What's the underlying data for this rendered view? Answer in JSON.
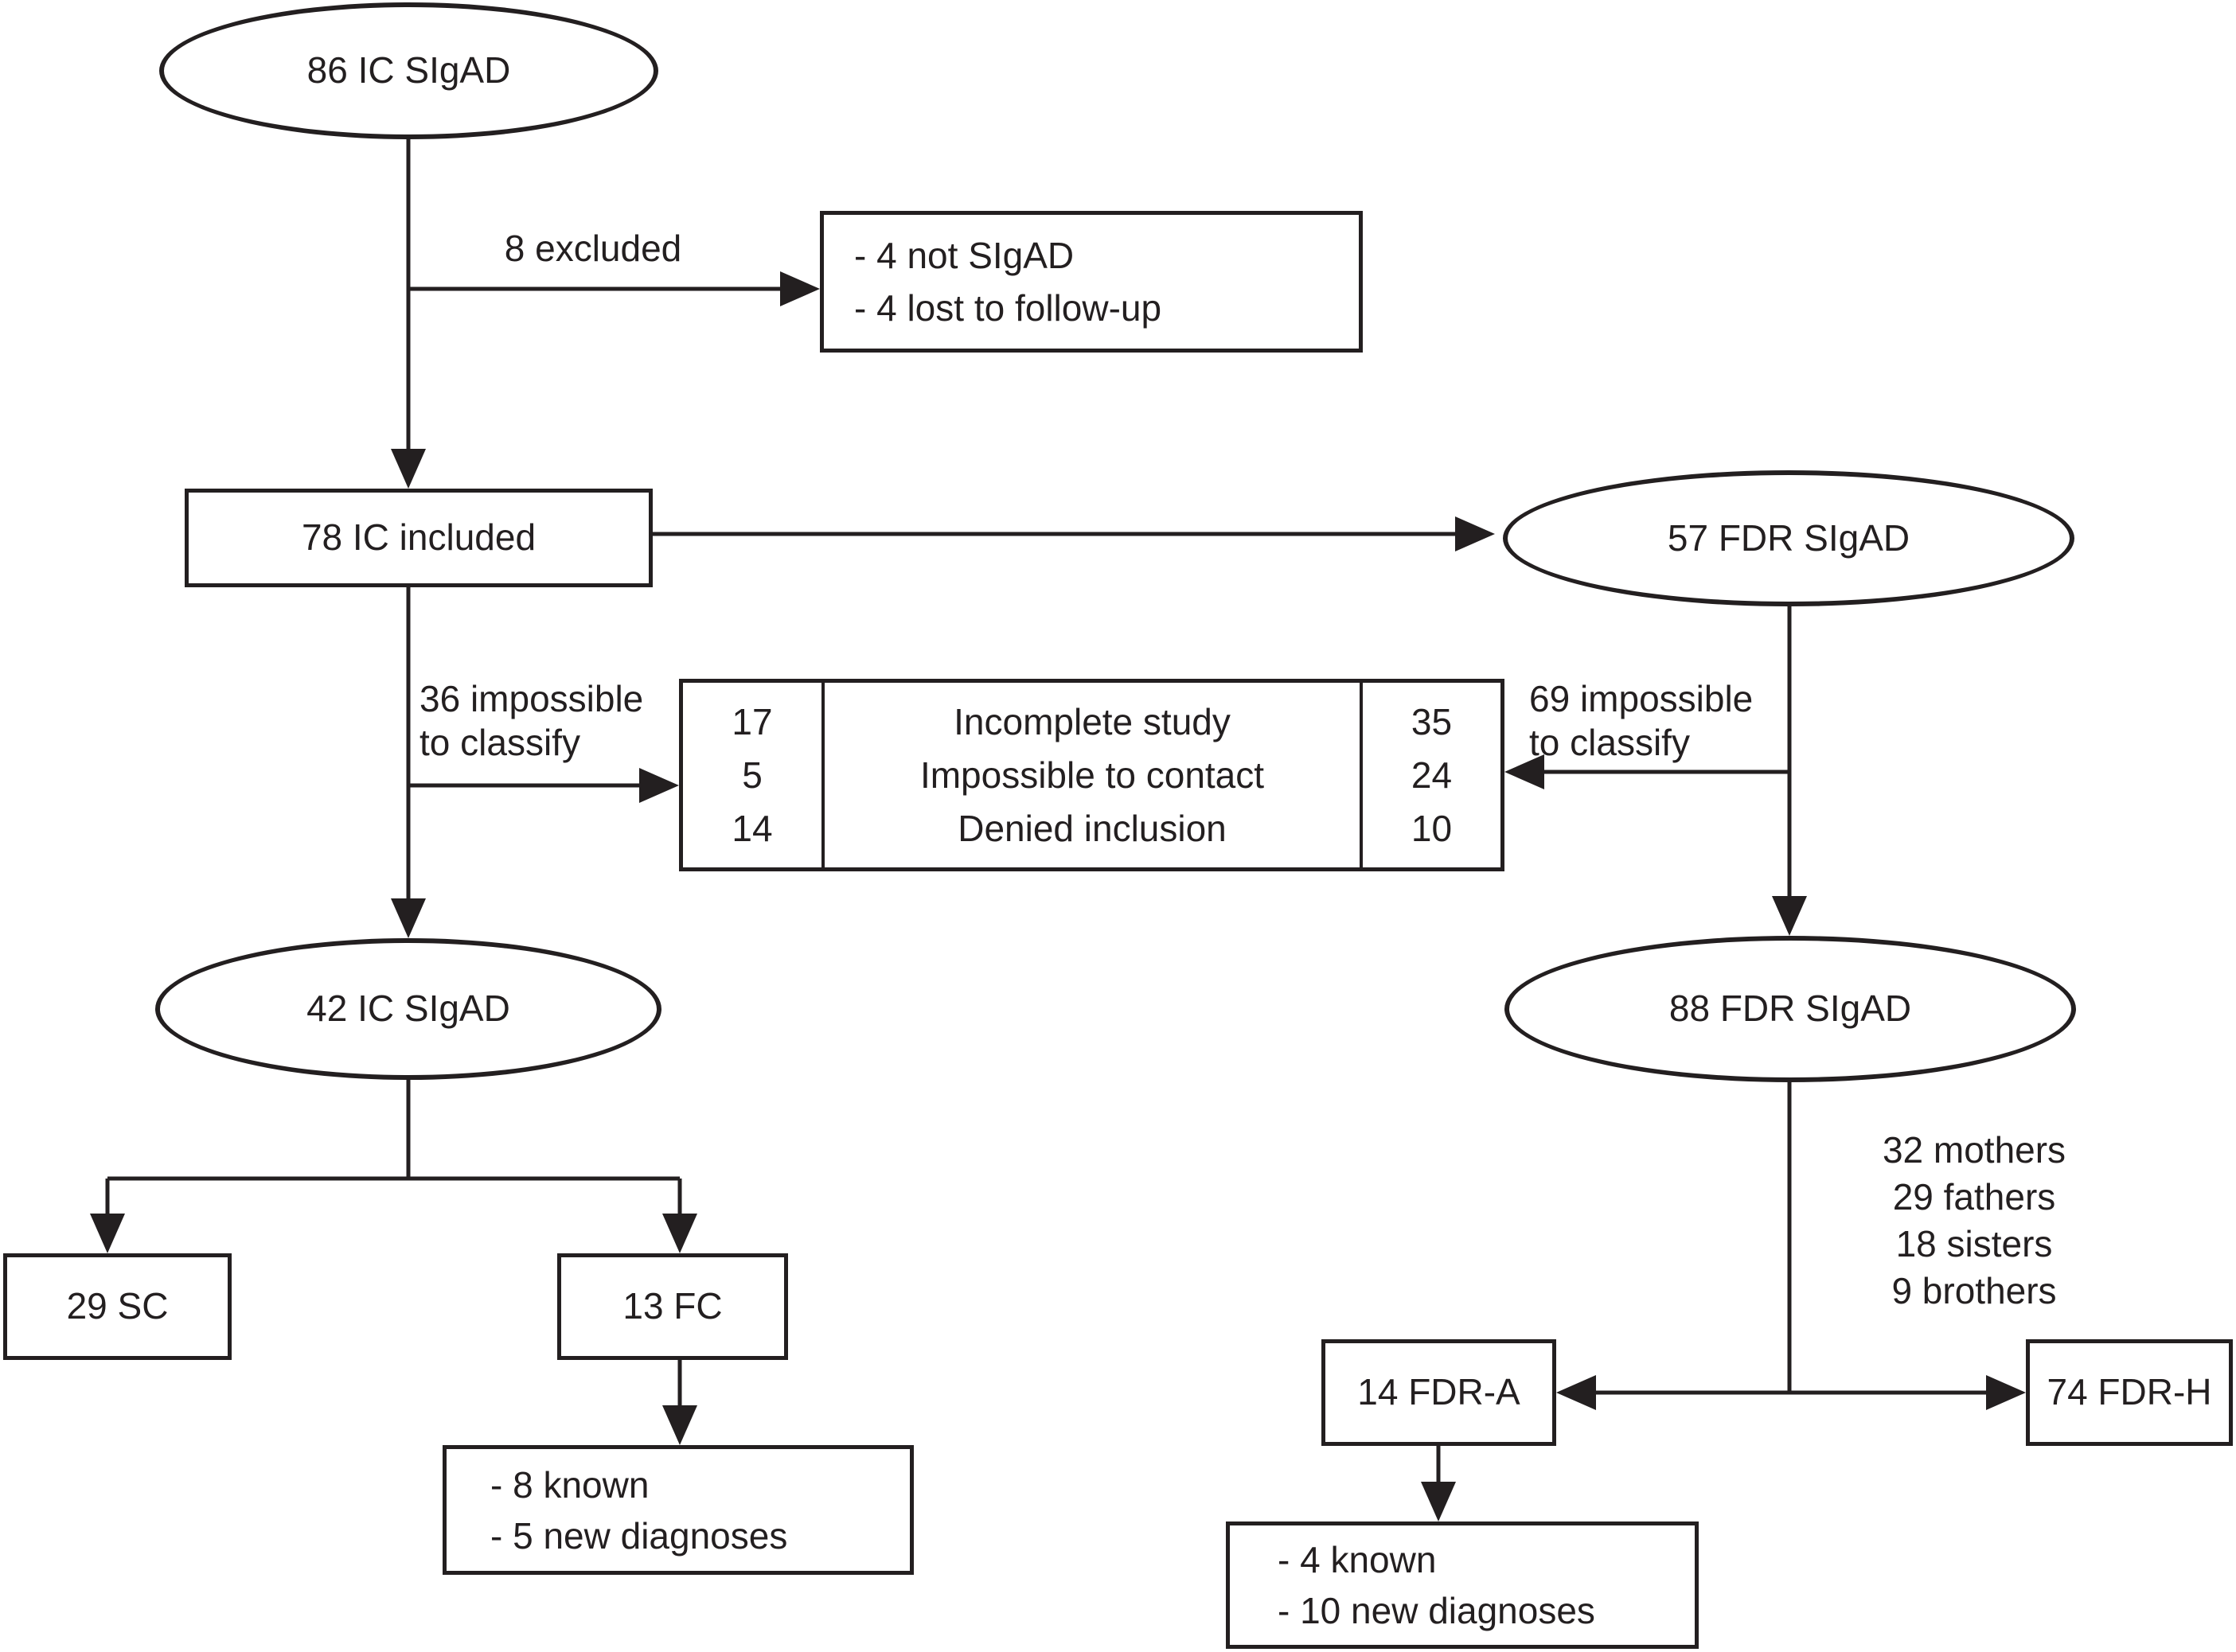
{
  "diagram": {
    "title": "SIgAD study enrollment flowchart",
    "colors": {
      "ink": "#231f20",
      "background": "#ffffff"
    },
    "nodes": {
      "ic_initial_ellipse": {
        "label": "86 IC SIgAD"
      },
      "excluded_arrow_label": "8 excluded",
      "excluded_box": {
        "lines": [
          "- 4 not SIgAD",
          "- 4 lost to follow-up"
        ]
      },
      "ic_included_box": {
        "label": "78 IC included"
      },
      "fdr_initial_ellipse": {
        "label": "57 FDR SIgAD"
      },
      "ic_impossible_label": {
        "lines": [
          "36 impossible",
          "to classify"
        ]
      },
      "fdr_impossible_label": {
        "lines": [
          "69 impossible",
          "to classify"
        ]
      },
      "reasons_box": {
        "ic_counts": [
          "17",
          "5",
          "14"
        ],
        "reasons": [
          "Incomplete study",
          "Impossible to contact",
          "Denied inclusion"
        ],
        "fdr_counts": [
          "35",
          "24",
          "10"
        ]
      },
      "ic_classified_ellipse": {
        "label": "42 IC SIgAD"
      },
      "fdr_classified_ellipse": {
        "label": "88 FDR SIgAD"
      },
      "sc_box": {
        "label": "29 SC"
      },
      "fc_box": {
        "label": "13 FC"
      },
      "fc_outcome_box": {
        "lines": [
          "- 8 known",
          "- 5 new diagnoses"
        ]
      },
      "relatives_label": {
        "lines": [
          "32 mothers",
          "29 fathers",
          "18 sisters",
          "9 brothers"
        ]
      },
      "fdr_a_box": {
        "label": "14 FDR-A"
      },
      "fdr_h_box": {
        "label": "74 FDR-H"
      },
      "fdr_a_outcome_box": {
        "lines": [
          "- 4 known",
          "- 10 new diagnoses"
        ]
      }
    }
  }
}
